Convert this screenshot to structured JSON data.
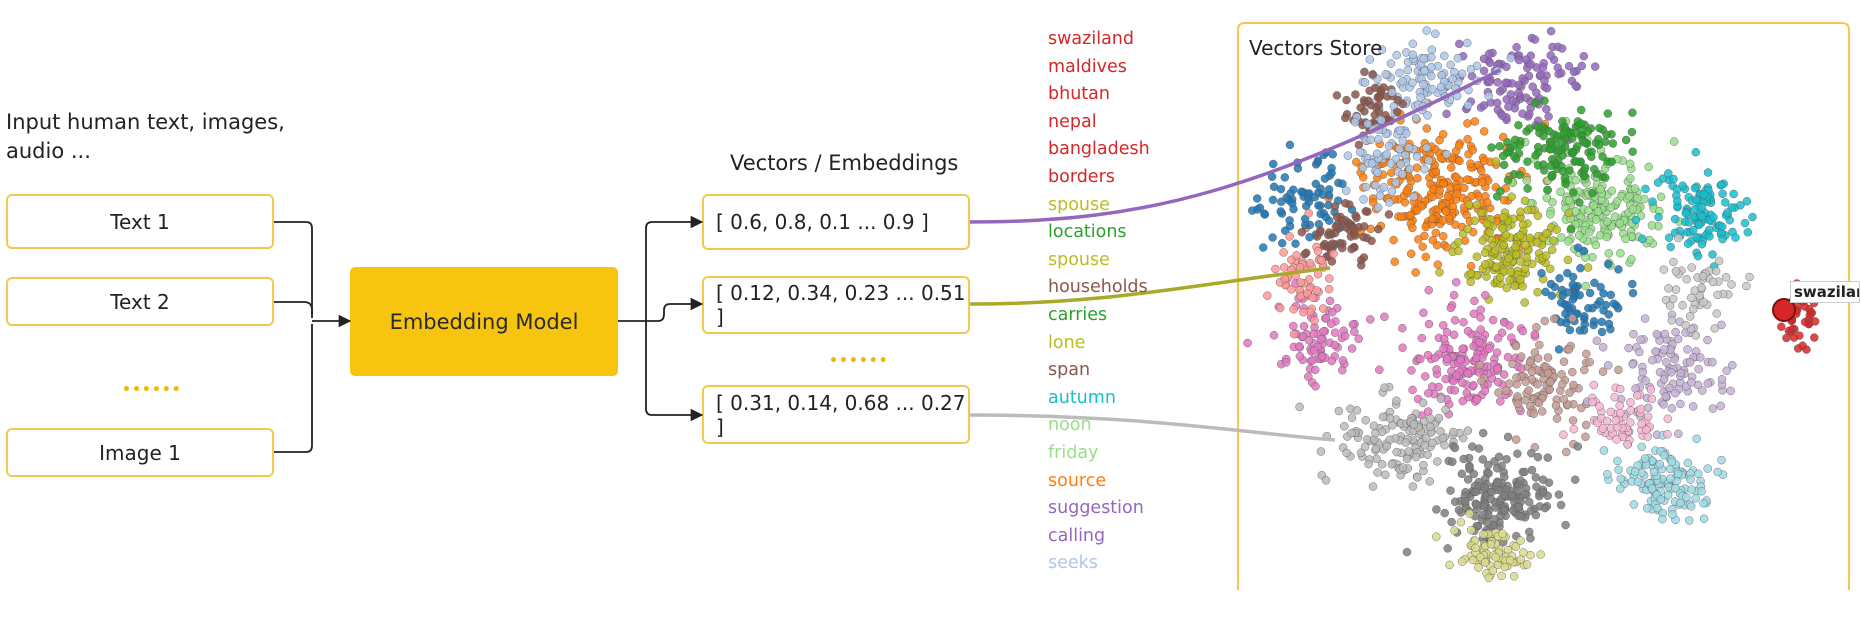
{
  "input": {
    "caption_line1": "Input human text, images,",
    "caption_line2": "audio ...",
    "items": [
      "Text 1",
      "Text 2",
      "Image 1"
    ],
    "ellipsis": "••••••"
  },
  "model": {
    "label": "Embedding Model"
  },
  "embeddings": {
    "title": "Vectors / Embeddings",
    "vectors": [
      "[ 0.6, 0.8, 0.1 ... 0.9 ]",
      "[ 0.12, 0.34, 0.23 ... 0.51 ]",
      "[ 0.31, 0.14, 0.68 ... 0.27 ]"
    ],
    "ellipsis": "••••••"
  },
  "word_list": [
    {
      "text": "swaziland",
      "color": "#d62728"
    },
    {
      "text": "maldives",
      "color": "#d62728"
    },
    {
      "text": "bhutan",
      "color": "#d62728"
    },
    {
      "text": "nepal",
      "color": "#d62728"
    },
    {
      "text": "bangladesh",
      "color": "#d62728"
    },
    {
      "text": "borders",
      "color": "#d62728"
    },
    {
      "text": "spouse",
      "color": "#bcbd22"
    },
    {
      "text": "locations",
      "color": "#2ca02c"
    },
    {
      "text": "spouse",
      "color": "#bcbd22"
    },
    {
      "text": "households",
      "color": "#8c564b"
    },
    {
      "text": "carries",
      "color": "#2ca02c"
    },
    {
      "text": "lone",
      "color": "#bcbd22"
    },
    {
      "text": "span",
      "color": "#8c564b"
    },
    {
      "text": "autumn",
      "color": "#17becf"
    },
    {
      "text": "noon",
      "color": "#98df8a"
    },
    {
      "text": "friday",
      "color": "#98df8a"
    },
    {
      "text": "source",
      "color": "#ff7f0e"
    },
    {
      "text": "suggestion",
      "color": "#9467bd"
    },
    {
      "text": "calling",
      "color": "#9467bd"
    },
    {
      "text": "seeks",
      "color": "#aec7e8"
    }
  ],
  "store": {
    "title": "Vectors Store",
    "marker_label": "swaziland"
  },
  "colors": {
    "accent": "#f7c40f",
    "box_border": "#f2c94c",
    "link_purple": "#9467bd",
    "link_olive": "#a9a92a",
    "link_gray": "#bbbbbb"
  }
}
